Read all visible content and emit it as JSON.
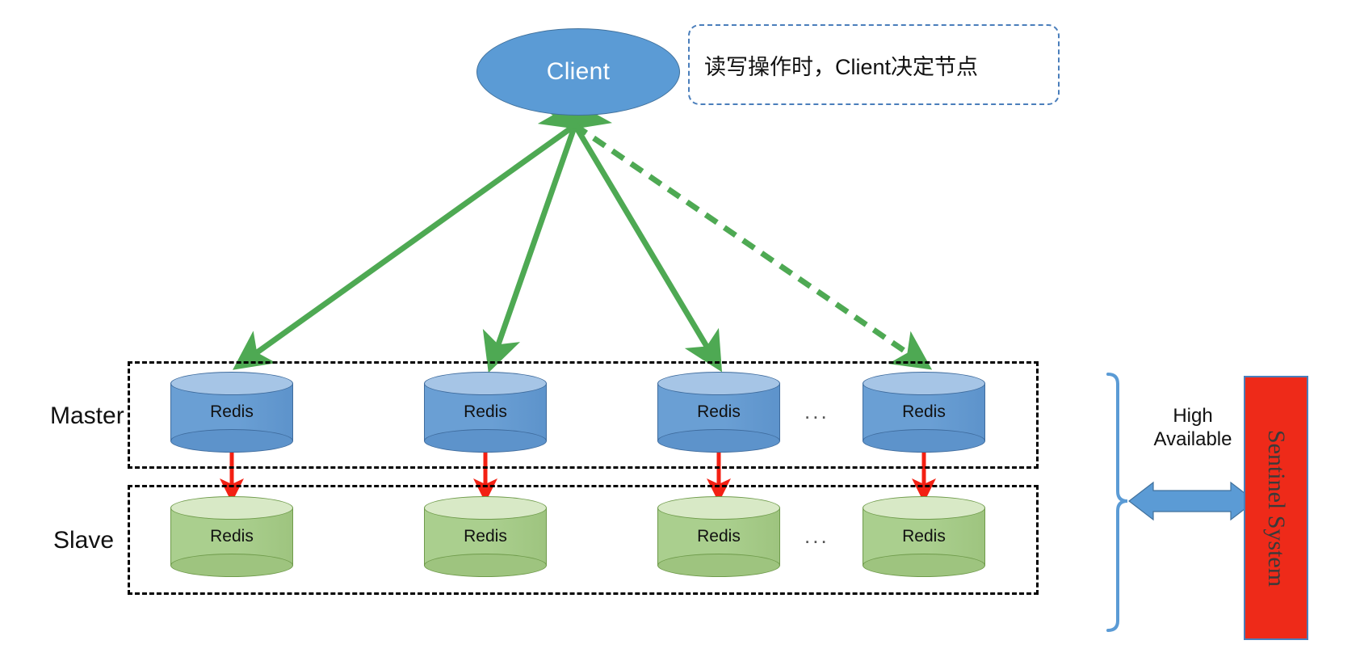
{
  "diagram": {
    "title_node": {
      "label": "Client",
      "shape": "ellipse",
      "fill": "#5b9bd5",
      "text_color": "#ffffff"
    },
    "note": {
      "text": "读写操作时，Client决定节点",
      "border_color": "#4a7ebb",
      "style": "dashed-rounded"
    },
    "rows": [
      {
        "id": "master",
        "label": "Master",
        "node_label": "Redis",
        "ellipsis": "...",
        "fill": "#6a9fd4",
        "top_fill": "#a6c5e6",
        "stroke": "#3f6c9e",
        "nodes": [
          {
            "label": "Redis"
          },
          {
            "label": "Redis"
          },
          {
            "label": "Redis"
          },
          {
            "label": "Redis"
          }
        ]
      },
      {
        "id": "slave",
        "label": "Slave",
        "node_label": "Redis",
        "ellipsis": "...",
        "fill": "#aacf8e",
        "top_fill": "#d8e9c6",
        "stroke": "#6f9b4b",
        "nodes": [
          {
            "label": "Redis"
          },
          {
            "label": "Redis"
          },
          {
            "label": "Redis"
          },
          {
            "label": "Redis"
          }
        ]
      }
    ],
    "connectors": {
      "client_to_master": {
        "color": "#4ea953",
        "count": 4,
        "dashed_index": 3,
        "direction": "to-client"
      },
      "master_to_slave": {
        "color": "#f32013",
        "count": 4,
        "direction": "bidirectional"
      },
      "sentinel_link": {
        "label_line1": "High",
        "label_line2": "Available",
        "color": "#5b9bd5",
        "direction": "bidirectional"
      }
    },
    "brace": {
      "color": "#5b9bd5",
      "orientation": "right"
    },
    "sentinel": {
      "label": "Sentinel System",
      "fill": "#ee2a19",
      "border": "#4a7ebb",
      "text_color": "#3a3a3a",
      "orientation": "vertical"
    }
  }
}
